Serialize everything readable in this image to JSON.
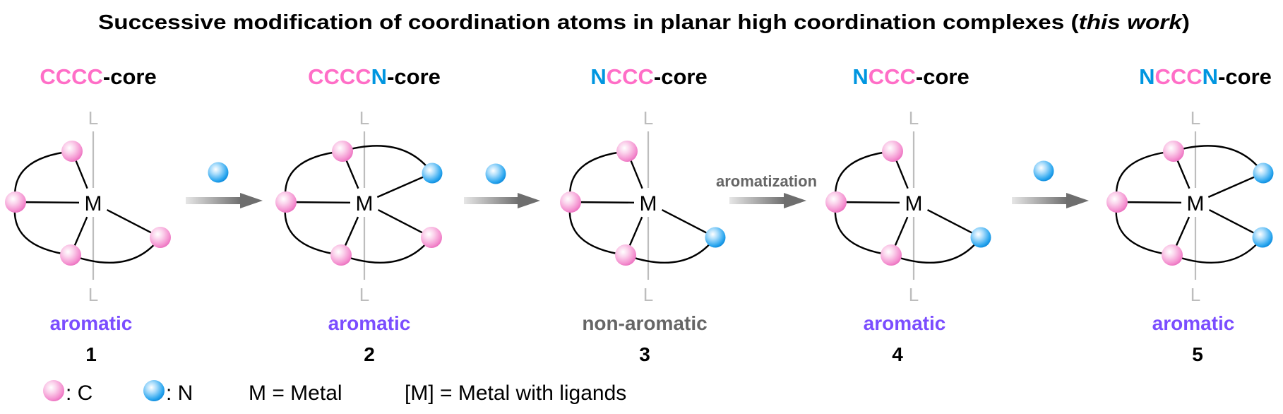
{
  "title": {
    "before": "Successive modification of coordination atoms in planar high coordination complexes (",
    "italic": "this work",
    "after": ")"
  },
  "colors": {
    "carbon": "#ff6ec7",
    "nitrogen": "#0096e0",
    "aromatic": "#7b4dff",
    "non_aromatic": "#666666",
    "axis": "#bdbdbd"
  },
  "structures": [
    {
      "number": "1",
      "core": [
        {
          "text": "C",
          "el": "C"
        },
        {
          "text": "C",
          "el": "C"
        },
        {
          "text": "C",
          "el": "C"
        },
        {
          "text": "C",
          "el": "C"
        }
      ],
      "core_suffix": "-core",
      "status": "aromatic",
      "aromatic": true,
      "atoms": [
        "C",
        "C",
        "C",
        "C"
      ],
      "metal": "M",
      "axial_ligand": "L"
    },
    {
      "number": "2",
      "core": [
        {
          "text": "C",
          "el": "C"
        },
        {
          "text": "C",
          "el": "C"
        },
        {
          "text": "C",
          "el": "C"
        },
        {
          "text": "C",
          "el": "C"
        },
        {
          "text": "N",
          "el": "N"
        }
      ],
      "core_suffix": "-core",
      "status": "aromatic",
      "aromatic": true,
      "atoms": [
        "C",
        "C",
        "C",
        "N",
        "C"
      ],
      "metal": "M",
      "axial_ligand": "L"
    },
    {
      "number": "3",
      "core": [
        {
          "text": "N",
          "el": "N"
        },
        {
          "text": "C",
          "el": "C"
        },
        {
          "text": "C",
          "el": "C"
        },
        {
          "text": "C",
          "el": "C"
        }
      ],
      "core_suffix": "-core",
      "status": "non-aromatic",
      "aromatic": false,
      "atoms": [
        "C",
        "C",
        "C",
        "N"
      ],
      "metal": "M",
      "axial_ligand": "L"
    },
    {
      "number": "4",
      "core": [
        {
          "text": "N",
          "el": "N"
        },
        {
          "text": "C",
          "el": "C"
        },
        {
          "text": "C",
          "el": "C"
        },
        {
          "text": "C",
          "el": "C"
        }
      ],
      "core_suffix": "-core",
      "status": "aromatic",
      "aromatic": true,
      "atoms": [
        "C",
        "C",
        "C",
        "N"
      ],
      "metal": "M",
      "axial_ligand": "L"
    },
    {
      "number": "5",
      "core": [
        {
          "text": "N",
          "el": "N"
        },
        {
          "text": "C",
          "el": "C"
        },
        {
          "text": "C",
          "el": "C"
        },
        {
          "text": "C",
          "el": "C"
        },
        {
          "text": "N",
          "el": "N"
        }
      ],
      "core_suffix": "-core",
      "status": "aromatic",
      "aromatic": true,
      "atoms": [
        "C",
        "C",
        "C",
        "N",
        "N"
      ],
      "metal": "M",
      "axial_ligand": "L"
    }
  ],
  "arrows": [
    {
      "reagent": "N",
      "label": ""
    },
    {
      "reagent": "N",
      "label": ""
    },
    {
      "reagent": "",
      "label": "aromatization"
    },
    {
      "reagent": "N",
      "label": ""
    }
  ],
  "legend": {
    "carbon": ": C",
    "nitrogen": ": N",
    "metal": "M = Metal",
    "metal_with_ligands": "[M] = Metal with ligands"
  }
}
